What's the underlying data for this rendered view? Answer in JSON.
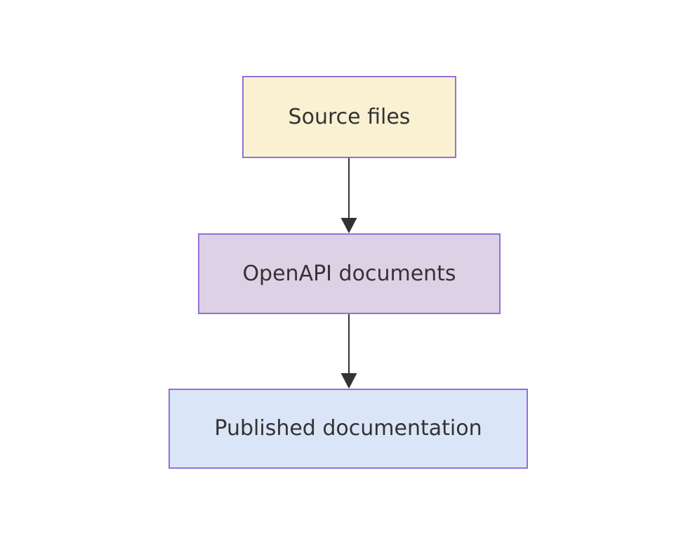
{
  "diagram": {
    "type": "flowchart",
    "direction": "top-down",
    "background_color": "#ffffff",
    "text_color": "#333333",
    "edge_color": "#333333",
    "border_color": "#9370DB",
    "nodes": [
      {
        "label": "Source files",
        "fill": "#faf0d2"
      },
      {
        "label": "OpenAPI documents",
        "fill": "#ddd1e6"
      },
      {
        "label": "Published documentation",
        "fill": "#dbe5f8"
      }
    ],
    "edges": [
      {
        "from": "Source files",
        "to": "OpenAPI documents",
        "style": "arrow-down"
      },
      {
        "from": "OpenAPI documents",
        "to": "Published documentation",
        "style": "arrow-down"
      }
    ]
  }
}
